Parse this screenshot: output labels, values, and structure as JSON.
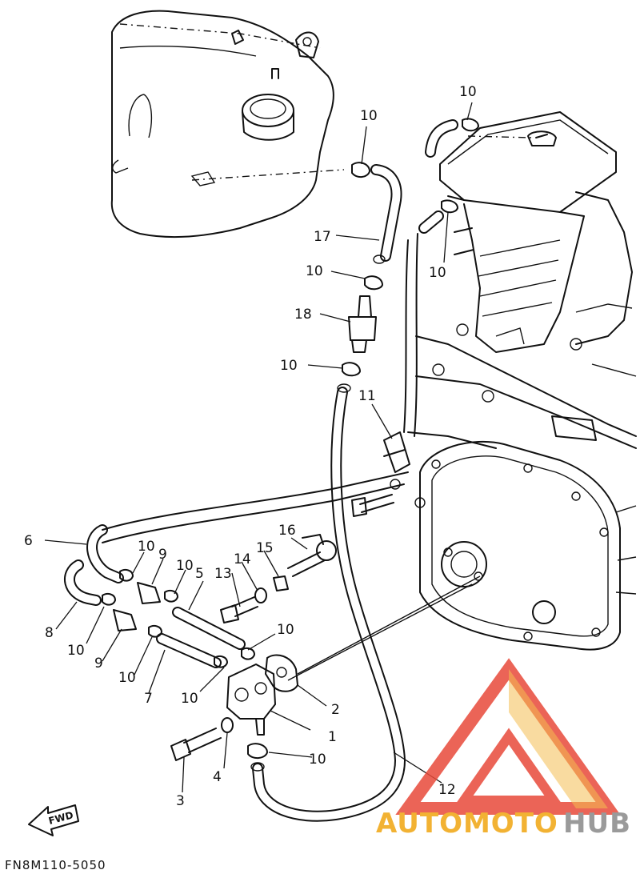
{
  "diagram": {
    "code": "FN8M110-5050",
    "fwd_label": "FWD",
    "callouts": [
      {
        "id": "c1",
        "text": "1"
      },
      {
        "id": "c2",
        "text": "2"
      },
      {
        "id": "c3",
        "text": "3"
      },
      {
        "id": "c4",
        "text": "4"
      },
      {
        "id": "c5",
        "text": "5"
      },
      {
        "id": "c6",
        "text": "6"
      },
      {
        "id": "c7",
        "text": "7"
      },
      {
        "id": "c8",
        "text": "8"
      },
      {
        "id": "c9a",
        "text": "9"
      },
      {
        "id": "c9b",
        "text": "9"
      },
      {
        "id": "c10a",
        "text": "10"
      },
      {
        "id": "c10b",
        "text": "10"
      },
      {
        "id": "c10c",
        "text": "10"
      },
      {
        "id": "c10d",
        "text": "10"
      },
      {
        "id": "c10e",
        "text": "10"
      },
      {
        "id": "c10f",
        "text": "10"
      },
      {
        "id": "c10g",
        "text": "10"
      },
      {
        "id": "c10h",
        "text": "10"
      },
      {
        "id": "c10i",
        "text": "10"
      },
      {
        "id": "c10j",
        "text": "10"
      },
      {
        "id": "c10k",
        "text": "10"
      },
      {
        "id": "c10l",
        "text": "10"
      },
      {
        "id": "c10m",
        "text": "10"
      },
      {
        "id": "c11",
        "text": "11"
      },
      {
        "id": "c12",
        "text": "12"
      },
      {
        "id": "c13",
        "text": "13"
      },
      {
        "id": "c14",
        "text": "14"
      },
      {
        "id": "c15",
        "text": "15"
      },
      {
        "id": "c16",
        "text": "16"
      },
      {
        "id": "c17",
        "text": "17"
      },
      {
        "id": "c18",
        "text": "18"
      }
    ]
  },
  "watermark": {
    "part1": "AUTOMOTO",
    "part2": "HUB",
    "color_primary": "#e84a3a",
    "color_secondary": "#f2b233",
    "color_tertiary": "#9a9a9a"
  }
}
